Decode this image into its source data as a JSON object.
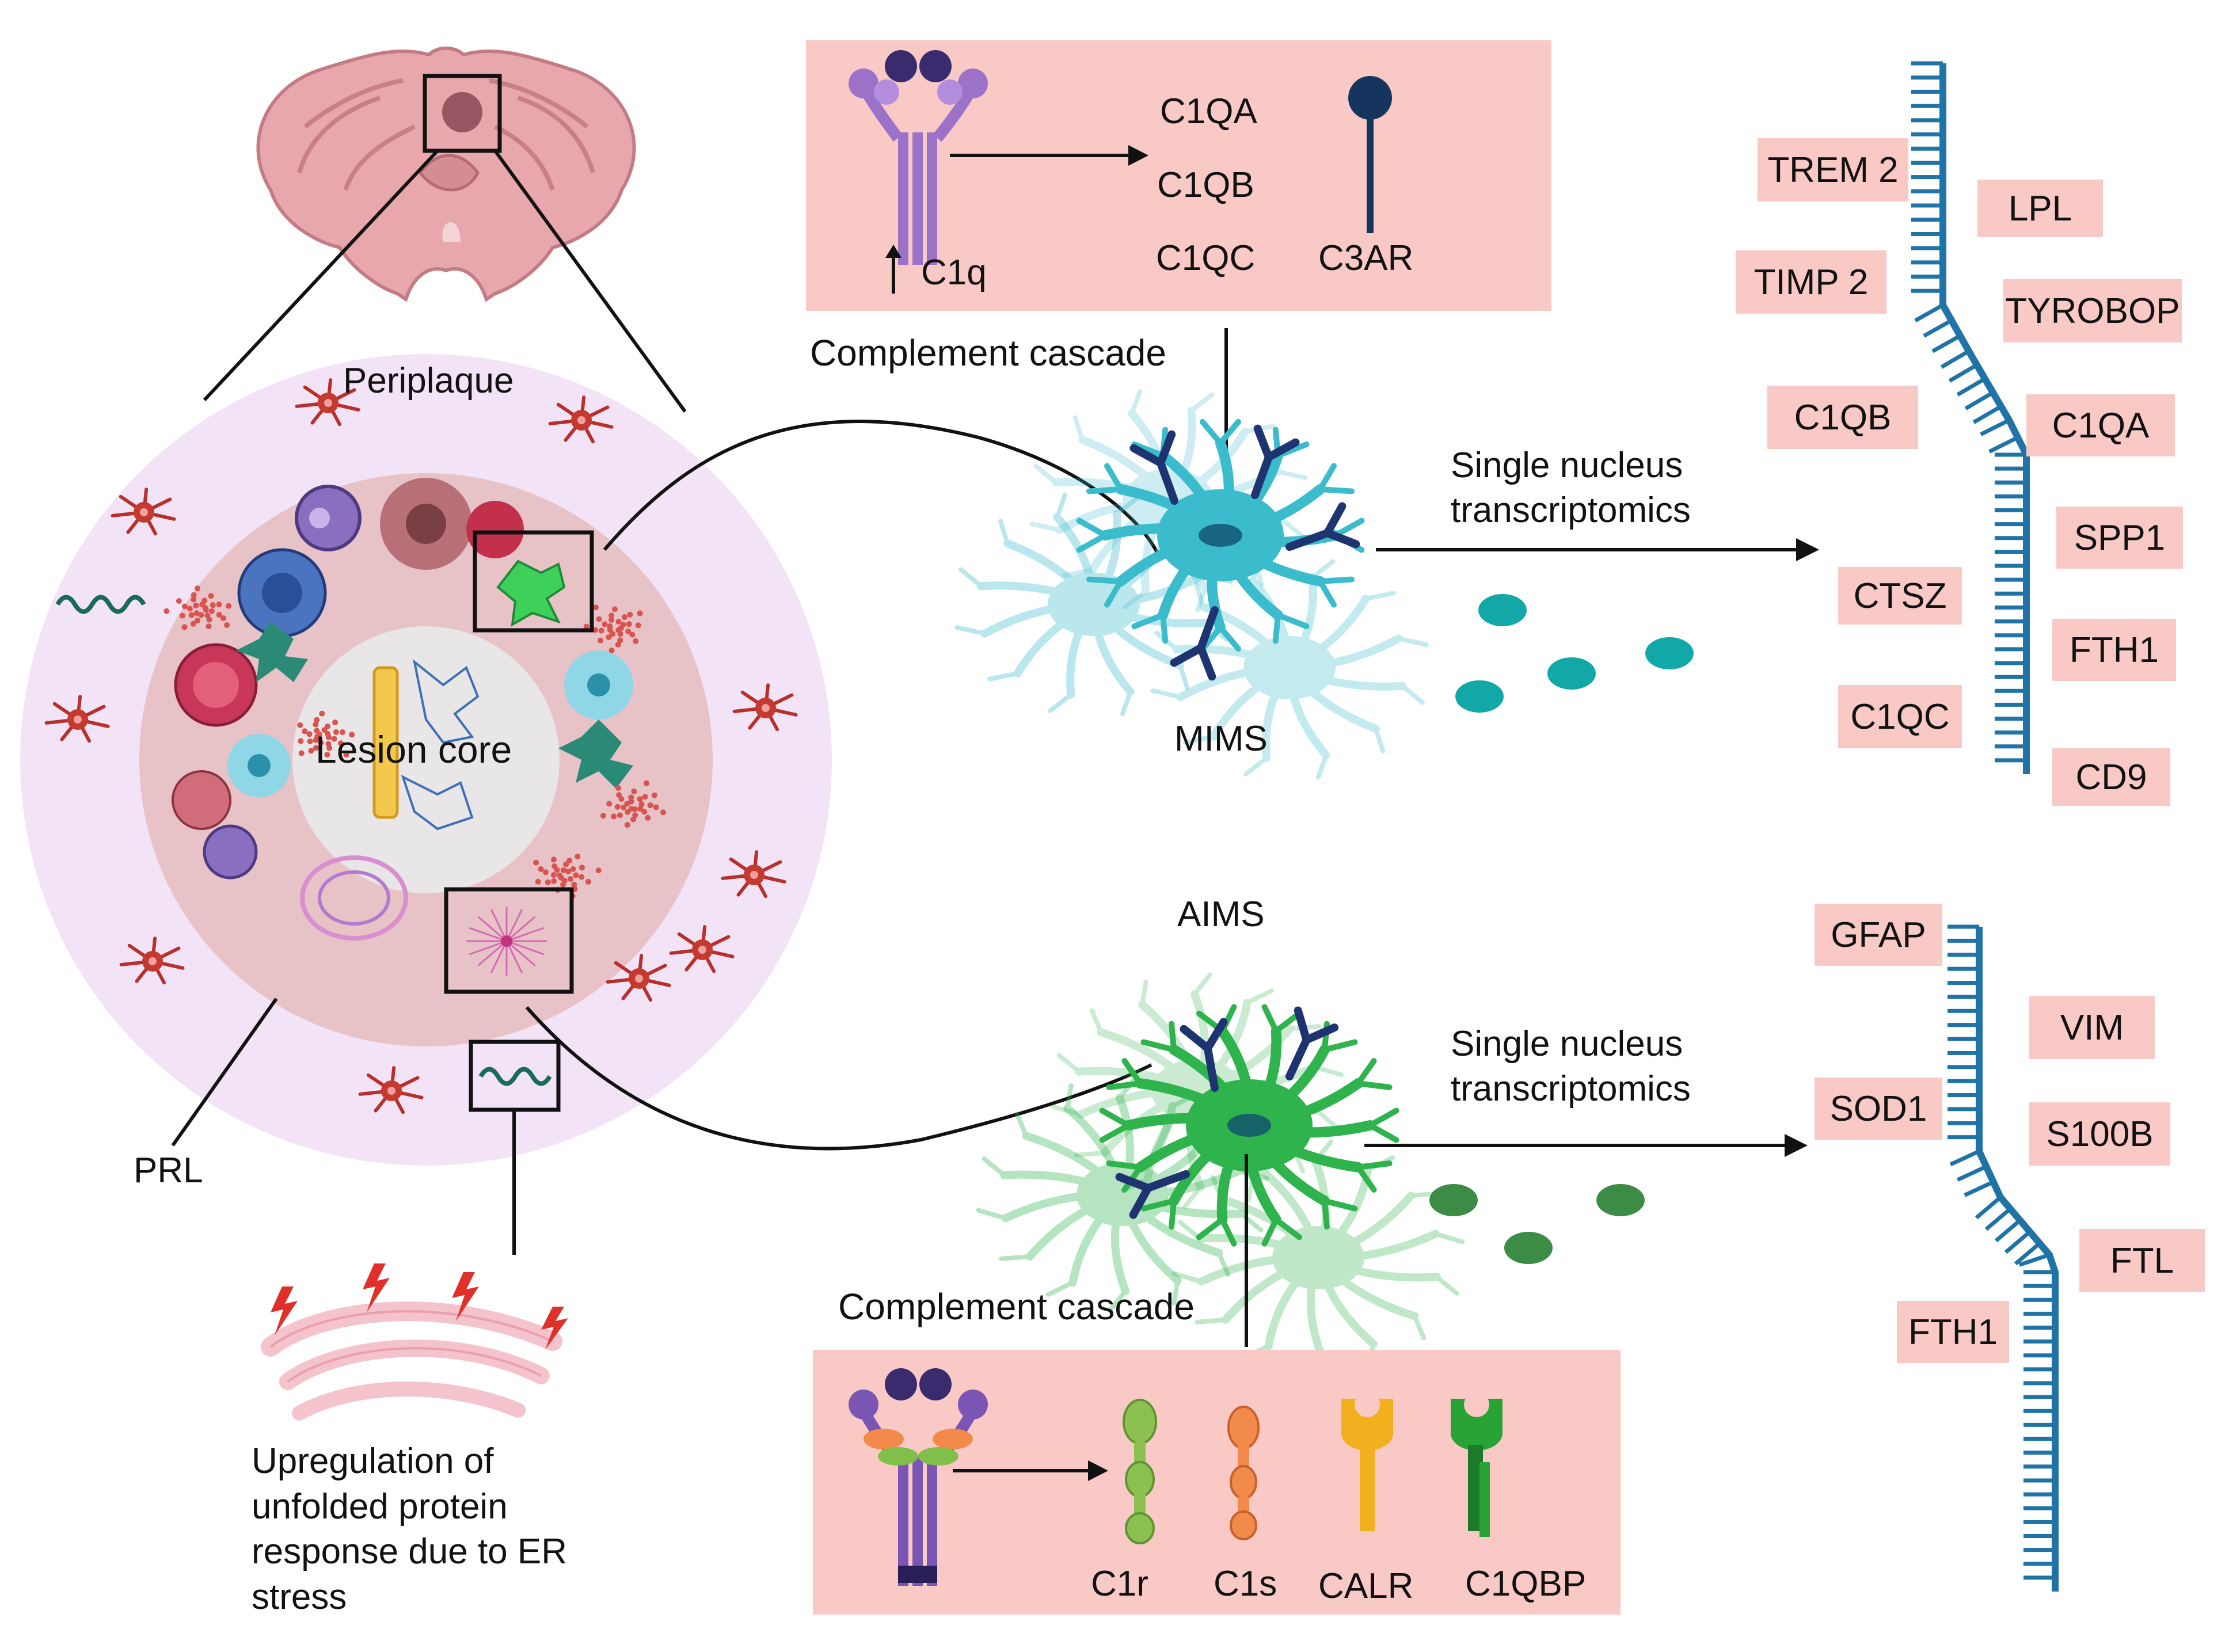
{
  "colors": {
    "pink_box": "#f9c9c6",
    "outer_circle": "#f2e4f6",
    "middle_circle": "#e7c2c6",
    "core_circle": "#e8e6e6",
    "mims_cyan": "#3bbccd",
    "aims_green": "#2fb34c",
    "ladder_blue": "#1f73a6",
    "antibody_navy": "#1e3470",
    "lightning_red": "#e0302a"
  },
  "brain": {
    "labels": {
      "periplaque": "Periplaque",
      "lesion_core": "Lesion core",
      "prl": "PRL"
    }
  },
  "er_stress": {
    "lines": [
      "Upregulation of",
      "unfolded protein",
      "response due to ER",
      "stress"
    ]
  },
  "top_complement": {
    "c1q_label": "C1q",
    "genes": [
      "C1QA",
      "C1QB",
      "C1QC"
    ],
    "receptor_label": "C3AR",
    "cascade_label": "Complement cascade"
  },
  "mims": {
    "label": "MIMS",
    "transcriptomics_label": [
      "Single nucleus",
      "transcriptomics"
    ],
    "genes_left": [
      "TREM 2",
      "TIMP 2",
      "C1QB",
      "CTSZ",
      "C1QC"
    ],
    "genes_right": [
      "LPL",
      "TYROBOP",
      "C1QA",
      "SPP1",
      "FTH1",
      "CD9"
    ]
  },
  "aims": {
    "label": "AIMS",
    "transcriptomics_label": [
      "Single nucleus",
      "transcriptomics"
    ],
    "genes_left": [
      "GFAP",
      "SOD1",
      "FTH1"
    ],
    "genes_right": [
      "VIM",
      "S100B",
      "FTL"
    ]
  },
  "bottom_complement": {
    "cascade_label": "Complement cascade",
    "components": [
      "C1r",
      "C1s",
      "CALR",
      "C1QBP"
    ]
  }
}
